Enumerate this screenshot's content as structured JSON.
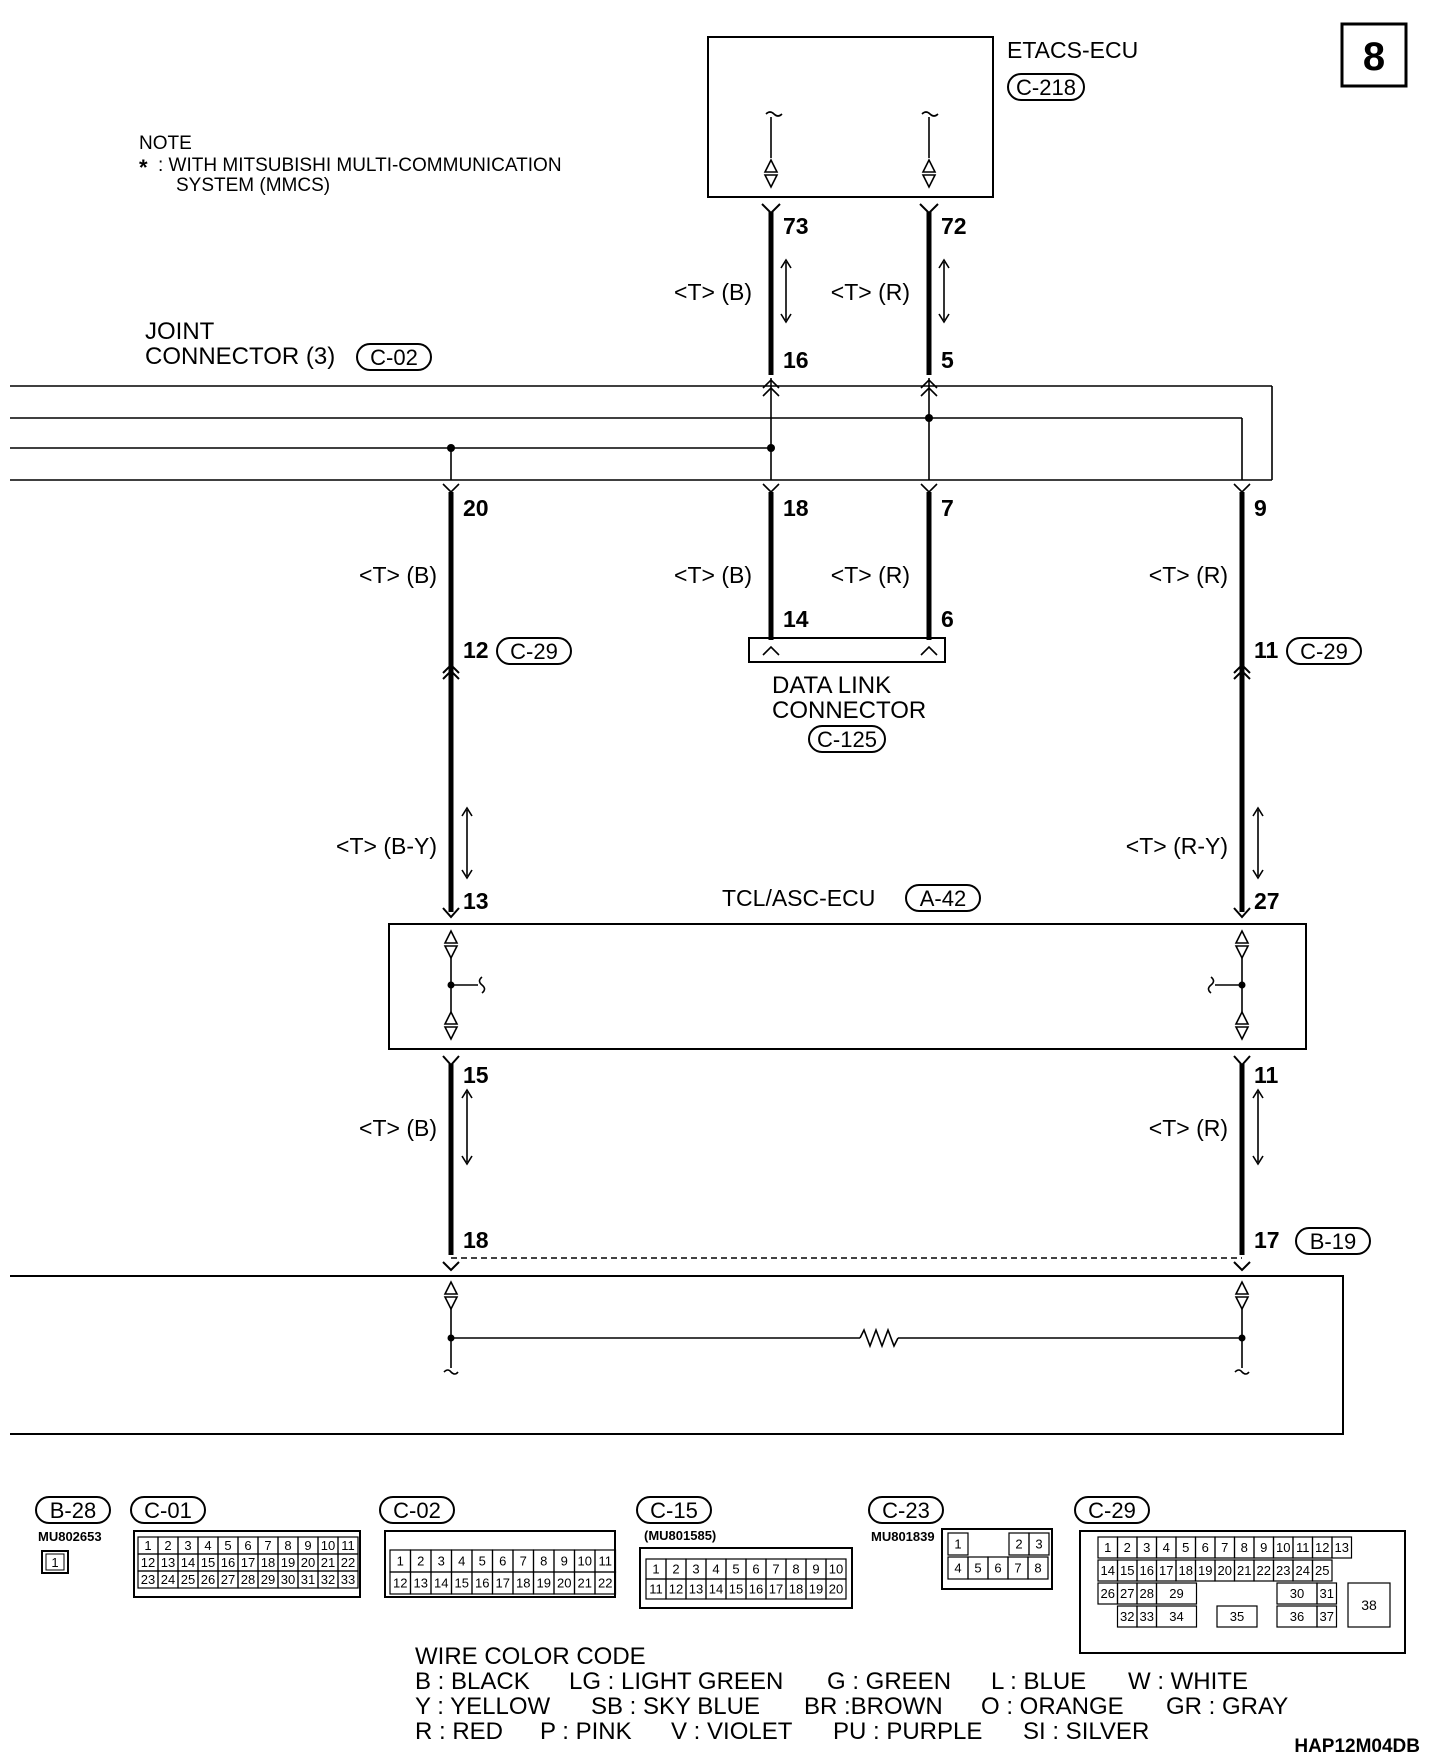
{
  "page": {
    "number": "8",
    "code": "HAP12M04DB"
  },
  "note": {
    "heading": "NOTE",
    "star": "*",
    "line1": ": WITH MITSUBISHI MULTI-COMMUNICATION",
    "line2": "SYSTEM (MMCS)"
  },
  "etacs": {
    "name": "ETACS-ECU",
    "connector": "C-218",
    "pin_left": "73",
    "pin_right": "72"
  },
  "joint": {
    "line1": "JOINT",
    "line2": "CONNECTOR (3)",
    "connector": "C-02",
    "pin_16": "16",
    "pin_5": "5",
    "pin_20": "20",
    "pin_18": "18",
    "pin_7": "7",
    "pin_9": "9"
  },
  "wires": {
    "tb": "<T> (B)",
    "tr": "<T> (R)",
    "tby": "<T> (B-Y)",
    "try": "<T> (R-Y)"
  },
  "c29": {
    "pin_left": "12",
    "pin_right": "11",
    "connector": "C-29"
  },
  "dlc": {
    "line1": "DATA LINK",
    "line2": "CONNECTOR",
    "connector": "C-125",
    "pin_left": "14",
    "pin_right": "6"
  },
  "tcl": {
    "name": "TCL/ASC-ECU",
    "connector": "A-42",
    "pin_13": "13",
    "pin_27": "27",
    "pin_15": "15",
    "pin_11": "11"
  },
  "b19": {
    "connector": "B-19",
    "pin_left": "18",
    "pin_right": "17"
  },
  "connectors": {
    "b28": {
      "code": "B-28",
      "part": "MU802653",
      "pins": [
        "1"
      ]
    },
    "c01": {
      "code": "C-01",
      "pins": [
        "1",
        "2",
        "3",
        "4",
        "5",
        "6",
        "7",
        "8",
        "9",
        "10",
        "11",
        "12",
        "13",
        "14",
        "15",
        "16",
        "17",
        "18",
        "19",
        "20",
        "21",
        "22",
        "23",
        "24",
        "25",
        "26",
        "27",
        "28",
        "29",
        "30",
        "31",
        "32",
        "33"
      ]
    },
    "c02": {
      "code": "C-02",
      "pins": [
        "1",
        "2",
        "3",
        "4",
        "5",
        "6",
        "7",
        "8",
        "9",
        "10",
        "11",
        "12",
        "13",
        "14",
        "15",
        "16",
        "17",
        "18",
        "19",
        "20",
        "21",
        "22"
      ]
    },
    "c15": {
      "code": "C-15",
      "part": "(MU801585)",
      "pins": [
        "1",
        "2",
        "3",
        "4",
        "5",
        "6",
        "7",
        "8",
        "9",
        "10",
        "11",
        "12",
        "13",
        "14",
        "15",
        "16",
        "17",
        "18",
        "19",
        "20"
      ]
    },
    "c23": {
      "code": "C-23",
      "part": "MU801839",
      "pins": [
        "1",
        "2",
        "3",
        "4",
        "5",
        "6",
        "7",
        "8"
      ]
    },
    "c29": {
      "code": "C-29",
      "pins_row1": [
        "1",
        "2",
        "3",
        "4",
        "5",
        "6",
        "7",
        "8",
        "9",
        "10",
        "11",
        "12",
        "13"
      ],
      "pins_row2": [
        "14",
        "15",
        "16",
        "17",
        "18",
        "19",
        "20",
        "21",
        "22",
        "23",
        "24",
        "25"
      ],
      "pins_row3": [
        "26",
        "27",
        "28",
        "29",
        "30",
        "31"
      ],
      "pins_row4": [
        "32",
        "33",
        "34",
        "35",
        "36",
        "37"
      ],
      "big_pin": "38"
    }
  },
  "legend": {
    "title": "WIRE COLOR CODE",
    "row1": [
      "B : BLACK",
      "LG : LIGHT GREEN",
      "G : GREEN",
      "L : BLUE",
      "W : WHITE"
    ],
    "row2": [
      "Y : YELLOW",
      "SB : SKY BLUE",
      "BR :BROWN",
      "O : ORANGE",
      "GR : GRAY"
    ],
    "row3": [
      "R : RED",
      "P : PINK",
      "V : VIOLET",
      "PU : PURPLE",
      "SI : SILVER"
    ]
  }
}
